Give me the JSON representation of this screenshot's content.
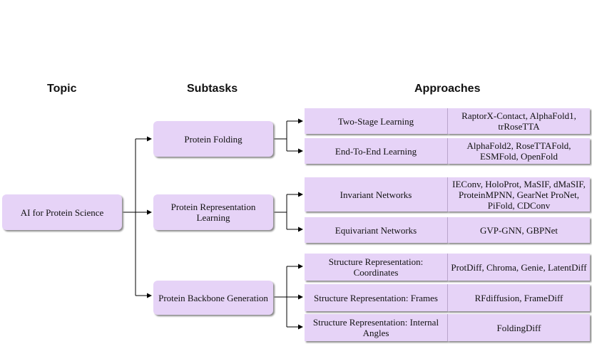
{
  "headers": {
    "topic": "Topic",
    "subtasks": "Subtasks",
    "approaches": "Approaches"
  },
  "root": "AI for Protein Science",
  "subtasks": [
    {
      "label": "Protein Folding"
    },
    {
      "label": "Protein Representation Learning"
    },
    {
      "label": "Protein Backbone Generation"
    }
  ],
  "methods": [
    {
      "label": "Two-Stage Learning",
      "approaches": "RaptorX-Contact, AlphaFold1, trRoseTTA"
    },
    {
      "label": "End-To-End Learning",
      "approaches": "AlphaFold2, RoseTTAFold, ESMFold, OpenFold"
    },
    {
      "label": "Invariant Networks",
      "approaches": "IEConv, HoloProt, MaSIF, dMaSIF, ProteinMPNN, GearNet ProNet, PiFold, CDConv"
    },
    {
      "label": "Equivariant Networks",
      "approaches": "GVP-GNN, GBPNet"
    },
    {
      "label": "Structure Representation: Coordinates",
      "approaches": "ProtDiff, Chroma, Genie, LatentDiff"
    },
    {
      "label": "Structure Representation: Frames",
      "approaches": "RFdiffusion, FrameDiff"
    },
    {
      "label": "Structure Representation: Internal Angles",
      "approaches": "FoldingDiff"
    }
  ],
  "colors": {
    "box_fill": "#e6d3f7",
    "line": "#000000"
  }
}
